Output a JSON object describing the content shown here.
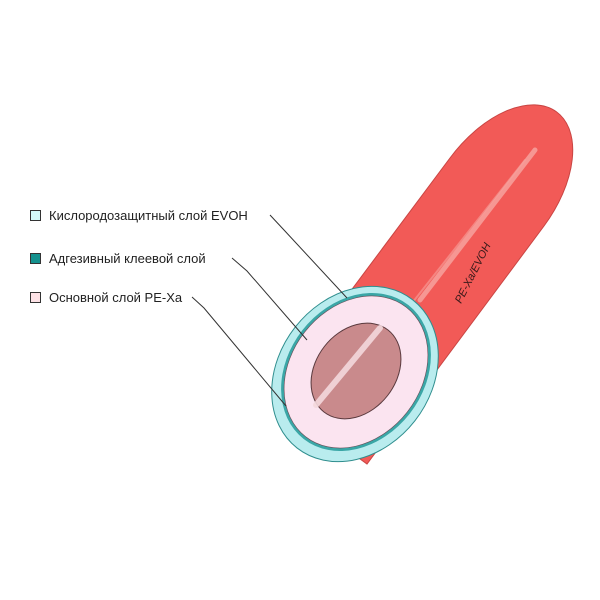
{
  "legend": [
    {
      "label": "Кислородозащитный слой EVOH",
      "swatch_color": "#d4fafa"
    },
    {
      "label": "Адгезивный клеевой слой",
      "swatch_color": "#14918e"
    },
    {
      "label": "Основной слой PE-Xa",
      "swatch_color": "#fde2e6"
    }
  ],
  "pipe_marking": "PE-Xa/EVOH",
  "colors": {
    "pipe_body": "#f25a57",
    "pipe_highlight": "#f89a95",
    "evoh_layer": "#b9ecee",
    "adhesive_layer": "#3aa6a6",
    "pexa_layer": "#fbe4f0",
    "bore": "#c98a8c",
    "leader_line": "#333333"
  }
}
